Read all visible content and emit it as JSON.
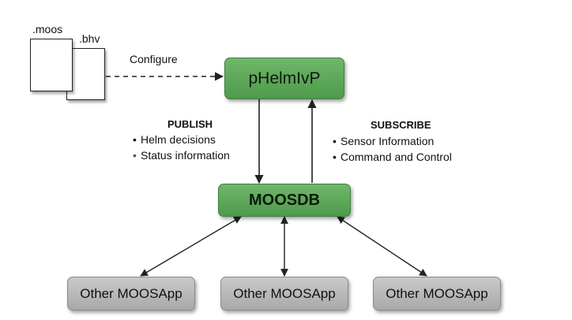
{
  "files": {
    "moos_label": ".moos",
    "bhv_label": ".bhv"
  },
  "configure_label": "Configure",
  "nodes": {
    "helm": "pHelmIvP",
    "moosdb": "MOOSDB",
    "apps": [
      "Other MOOSApp",
      "Other MOOSApp",
      "Other MOOSApp"
    ]
  },
  "publish": {
    "heading": "PUBLISH",
    "items": [
      "Helm decisions",
      "Status information"
    ]
  },
  "subscribe": {
    "heading": "SUBSCRIBE",
    "items": [
      "Sensor Information",
      "Command and Control"
    ]
  },
  "colors": {
    "node_green": "#5aa855",
    "node_gray": "#b8b8b8"
  }
}
